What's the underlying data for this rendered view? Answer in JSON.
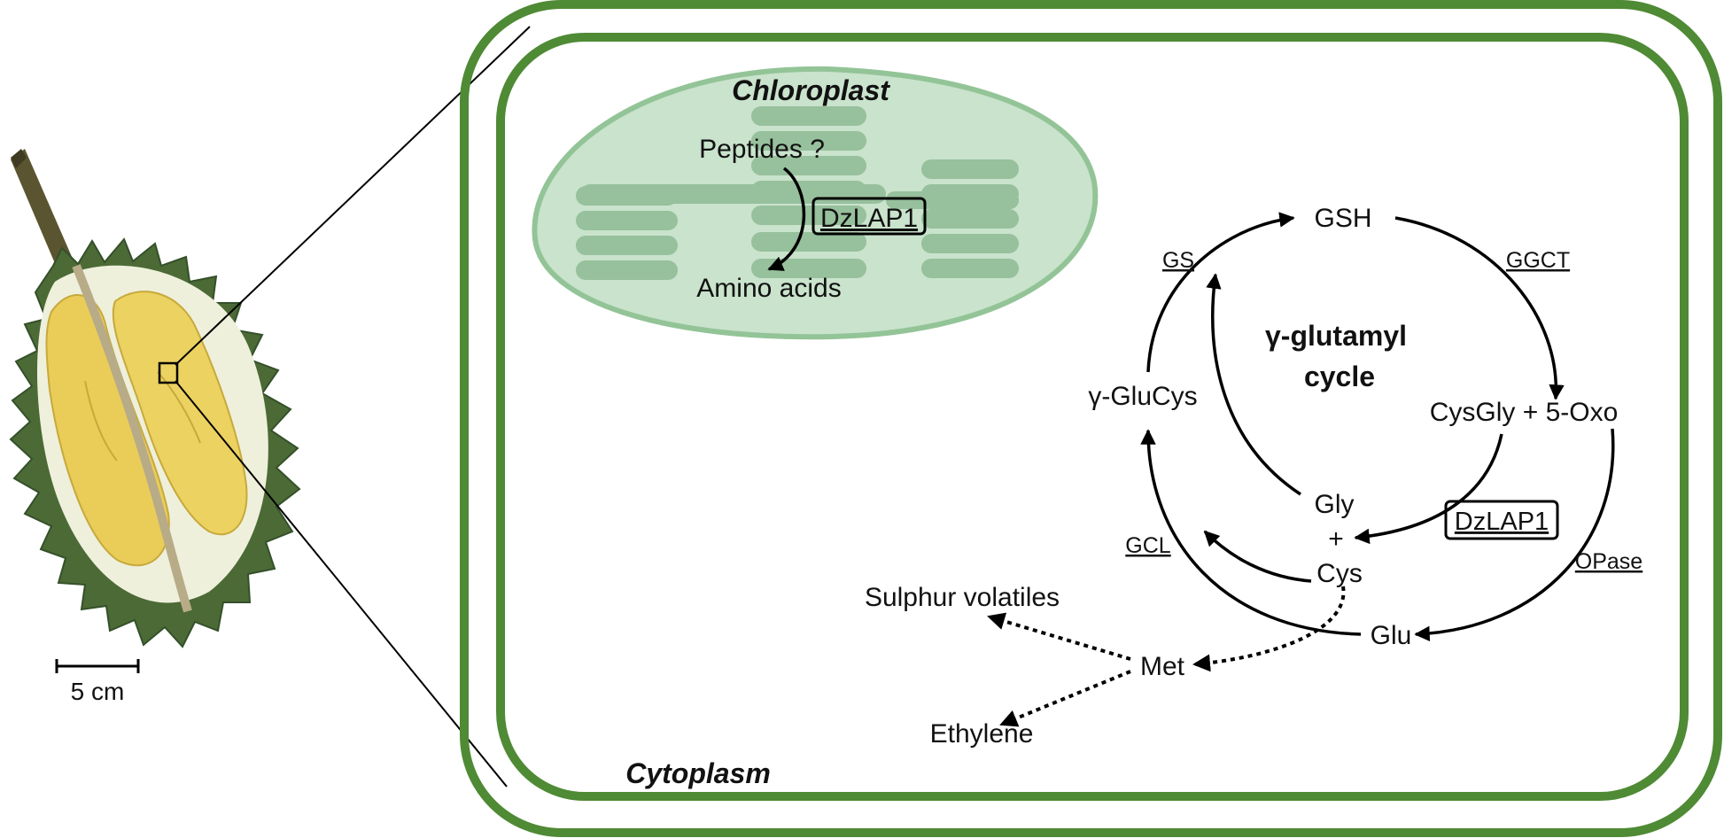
{
  "scale_bar": {
    "label": "5 cm"
  },
  "compartments": {
    "chloroplast": "Chloroplast",
    "cytoplasm": "Cytoplasm"
  },
  "chloroplast_pathway": {
    "substrate": "Peptides ?",
    "enzyme": "DzLAP1",
    "product": "Amino acids"
  },
  "cycle": {
    "title_line1": "γ-glutamyl",
    "title_line2": "cycle",
    "nodes": {
      "gsh": "GSH",
      "cysgly": "CysGly + 5-Oxo",
      "glucys": "γ-GluCys",
      "gly": "Gly",
      "plus": "+",
      "cys": "Cys",
      "glu": "Glu",
      "met": "Met",
      "sulphur": "Sulphur volatiles",
      "ethylene": "Ethylene"
    },
    "enzymes": {
      "gs": "GS",
      "ggct": "GGCT",
      "gcl": "GCL",
      "opase": "OPase",
      "dzlap1": "DzLAP1"
    }
  },
  "colors": {
    "cell_wall": "#4f8a35",
    "chloroplast_fill": "#c9e3cc",
    "chloroplast_border": "#93c497",
    "thylakoid": "#97c09c",
    "durian_husk": "#4c6a35",
    "durian_flesh": "#e9cd58"
  }
}
